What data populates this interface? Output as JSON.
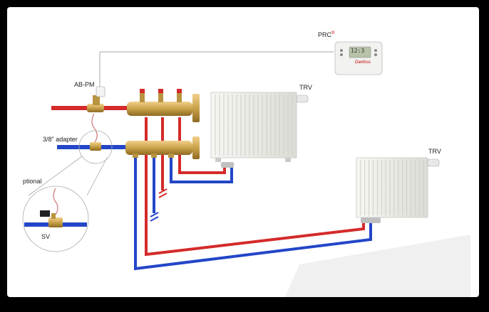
{
  "labels": {
    "prc": "PRC",
    "prc_mark": "®",
    "trv1": "TRV",
    "trv2": "TRV",
    "abpm": "AB-PM",
    "adapter": "3/8\" adapter",
    "optional": "ptional",
    "sv": "SV"
  },
  "thermostat": {
    "display": "12:3",
    "brand": "Danfoss"
  },
  "colors": {
    "supply": "#d42a2a",
    "return": "#2346c8",
    "brass": "#c9a24a",
    "radiator": "#efeeea",
    "floor": "#f1f1f1"
  }
}
